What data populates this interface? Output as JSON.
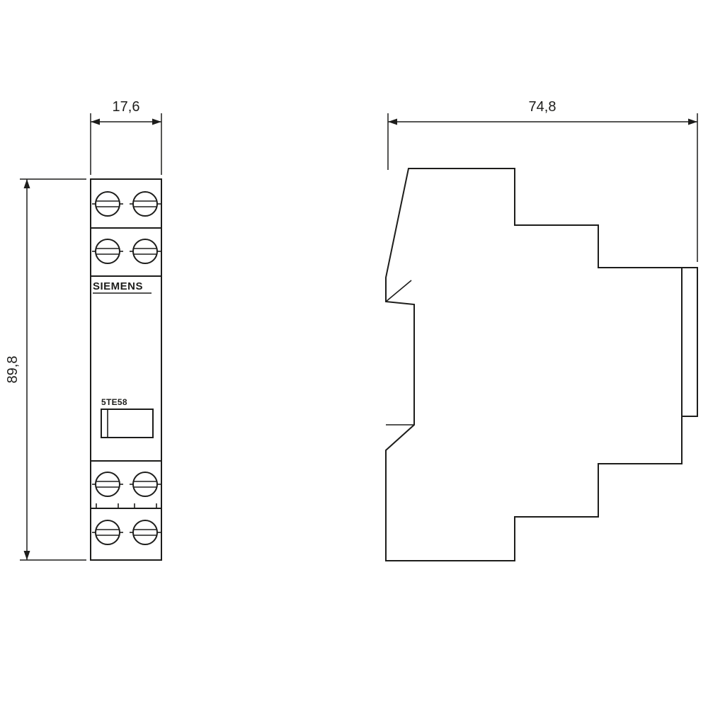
{
  "drawing": {
    "front_view": {
      "brand_label": "SIEMENS",
      "model_label": "5TE58",
      "width_dimension": "17,6",
      "height_dimension": "89,8"
    },
    "side_view": {
      "depth_dimension": "74,8"
    },
    "colors": {
      "line": "#1d1d1b",
      "background": "#ffffff"
    }
  }
}
